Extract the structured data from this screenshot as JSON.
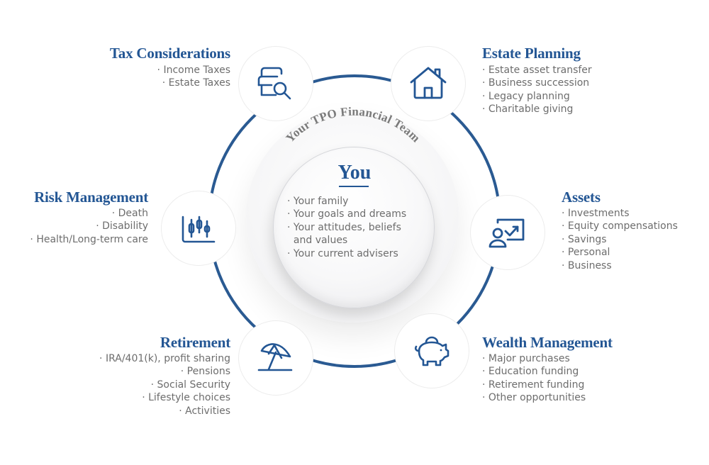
{
  "colors": {
    "brand_blue": "#235694",
    "ring_blue": "#2a5a92",
    "text_gray": "#6d6d6d",
    "arc_text_gray": "#7a7a7a",
    "background": "#ffffff"
  },
  "center": {
    "arc_label": "Your TPO Financial Team",
    "title": "You",
    "items": [
      "Your family",
      "Your goals and dreams",
      "Your attitudes, beliefs",
      "and values",
      "Your current advisers"
    ]
  },
  "sections": [
    {
      "id": "tax-considerations",
      "title": "Tax Considerations",
      "icon": "document-search-icon",
      "items": [
        "Income Taxes",
        "Estate Taxes"
      ]
    },
    {
      "id": "estate-planning",
      "title": "Estate Planning",
      "icon": "house-icon",
      "items": [
        "Estate asset transfer",
        "Business succession",
        "Legacy planning",
        "Charitable giving"
      ]
    },
    {
      "id": "risk-management",
      "title": "Risk Management",
      "icon": "candlestick-chart-icon",
      "items": [
        "Death",
        "Disability",
        "Health/Long-term care"
      ]
    },
    {
      "id": "assets",
      "title": "Assets",
      "icon": "presentation-growth-icon",
      "items": [
        "Investments",
        "Equity compensations",
        "Savings",
        "Personal",
        "Business"
      ]
    },
    {
      "id": "retirement",
      "title": "Retirement",
      "icon": "beach-umbrella-icon",
      "items": [
        "IRA/401(k), profit sharing",
        "Pensions",
        "Social Security",
        "Lifestyle choices",
        "Activities"
      ]
    },
    {
      "id": "wealth-management",
      "title": "Wealth Management",
      "icon": "piggy-bank-icon",
      "items": [
        "Major purchases",
        "Education funding",
        "Retirement funding",
        "Other opportunities"
      ]
    }
  ]
}
